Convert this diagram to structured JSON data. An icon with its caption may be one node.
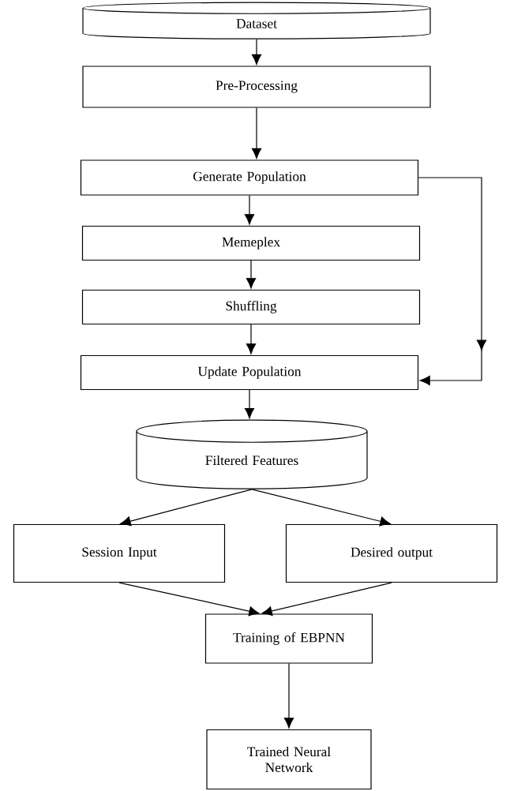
{
  "diagram": {
    "nodes": [
      {
        "text": [
          "Dataset"
        ]
      },
      {
        "text": [
          "Pre-Processing"
        ]
      },
      {
        "text": [
          "Generate Population"
        ]
      },
      {
        "text": [
          "Memeplex"
        ]
      },
      {
        "text": [
          "Shuffling"
        ]
      },
      {
        "text": [
          "Update Population"
        ]
      },
      {
        "text": [
          "Filtered Features"
        ]
      },
      {
        "text": [
          "Session Input"
        ]
      },
      {
        "text": [
          "Desired output"
        ]
      },
      {
        "text": [
          "Training of EBPNN"
        ]
      },
      {
        "text": [
          "Trained Neural Network"
        ]
      }
    ],
    "edges": [
      {
        "from": 0,
        "to": 1,
        "arrow": "to"
      },
      {
        "from": 1,
        "to": 2,
        "arrow": "to"
      },
      {
        "from": 2,
        "to": 3,
        "arrow": "to"
      },
      {
        "from": 3,
        "to": 4,
        "arrow": "to"
      },
      {
        "from": 4,
        "to": 5,
        "arrow": "to"
      },
      {
        "from": 2,
        "to": 5,
        "arrow": "to"
      },
      {
        "from": 5,
        "to": 6,
        "arrow": "to"
      },
      {
        "from": 6,
        "to": 7,
        "arrow": "to"
      },
      {
        "from": 6,
        "to": 8,
        "arrow": "to"
      },
      {
        "from": 7,
        "to": 9,
        "arrow": "to"
      },
      {
        "from": 8,
        "to": 9,
        "arrow": "to"
      },
      {
        "from": 9,
        "to": 10,
        "arrow": "to"
      }
    ]
  }
}
